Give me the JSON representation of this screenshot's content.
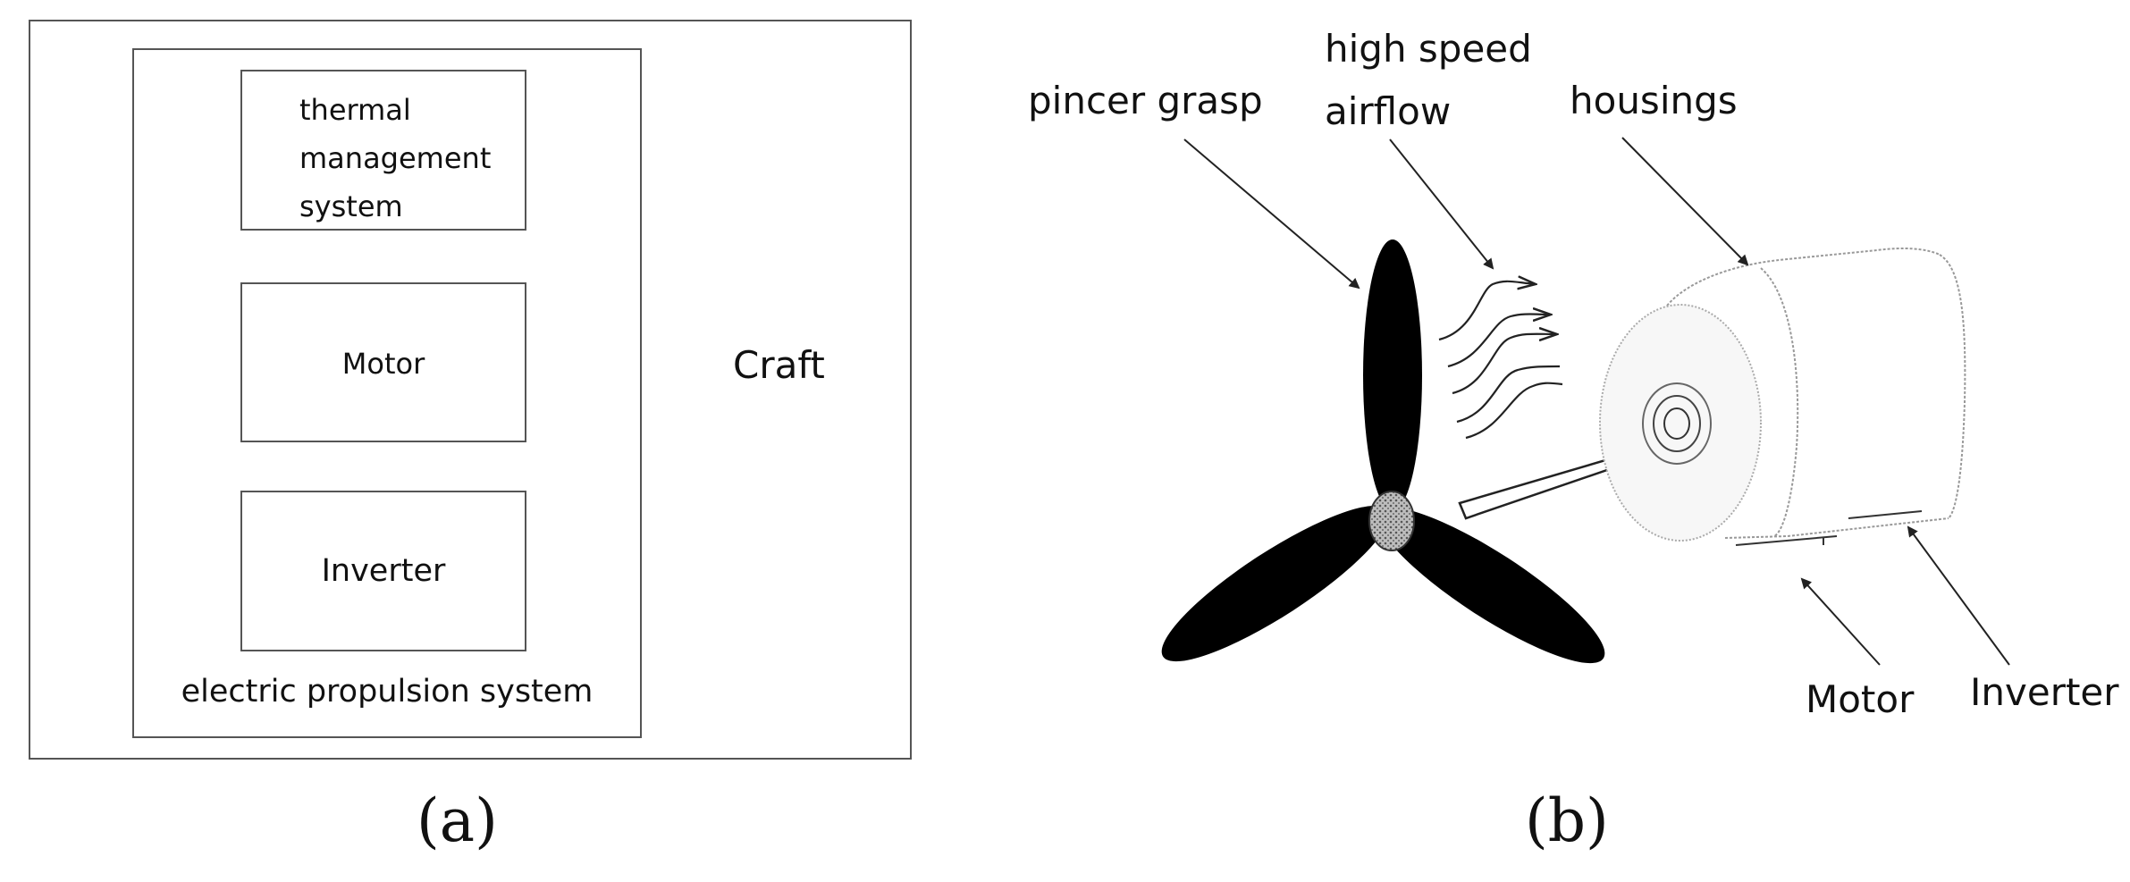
{
  "panel_a": {
    "outer_label": "Craft",
    "inner_label": "electric propulsion system",
    "thermal_lines": [
      "thermal",
      "management",
      "system"
    ],
    "motor_label": "Motor",
    "inverter_label": "Inverter",
    "caption": "(a)"
  },
  "panel_b": {
    "pincer_label": "pincer grasp",
    "airflow_line1": "high speed",
    "airflow_line2": "airflow",
    "housings_label": "housings",
    "motor_label": "Motor",
    "inverter_label": "Inverter",
    "caption": "(b)"
  }
}
